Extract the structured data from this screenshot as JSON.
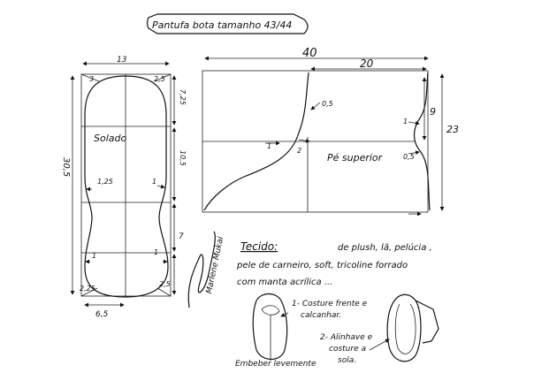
{
  "title": "Pantufa bota tamanho 43/44",
  "sole": {
    "label": "Solado",
    "width_top": "13",
    "height_total": "30,5",
    "corner_top_left": "3",
    "corner_top_right": "2,5",
    "seg_top": "7,25",
    "seg_mid": "10,5",
    "seg_low": "7",
    "seg_bottom": "2,5",
    "mark_left": "1,25",
    "mark_right": "1",
    "mark_low_left": "1",
    "mark_low_right": "1",
    "corner_bottom_left": "2,25",
    "width_bottom": "6,5"
  },
  "upper": {
    "label": "Pé superior",
    "width_total": "40",
    "width_right": "20",
    "height_right": "23",
    "height_top": "9",
    "curve_mark": "0,5",
    "mark_left": "1",
    "mark_mid": "2",
    "mark_right": "1",
    "mark_right2": "0,5"
  },
  "notes": {
    "heading": "Tecido:",
    "line1": "de plush, lã, pelúcia ,",
    "line2": "pele de carneiro, soft, tricoline forrado",
    "line3": "com manta acrílica ...",
    "step1_a": "1- Costure frente e",
    "step1_b": "calcanhar.",
    "step1_c": "Embeber levemente",
    "step2_a": "2- Alinhave e",
    "step2_b": "costure a",
    "step2_c": "sola."
  },
  "signature": "Marlene Mukai"
}
